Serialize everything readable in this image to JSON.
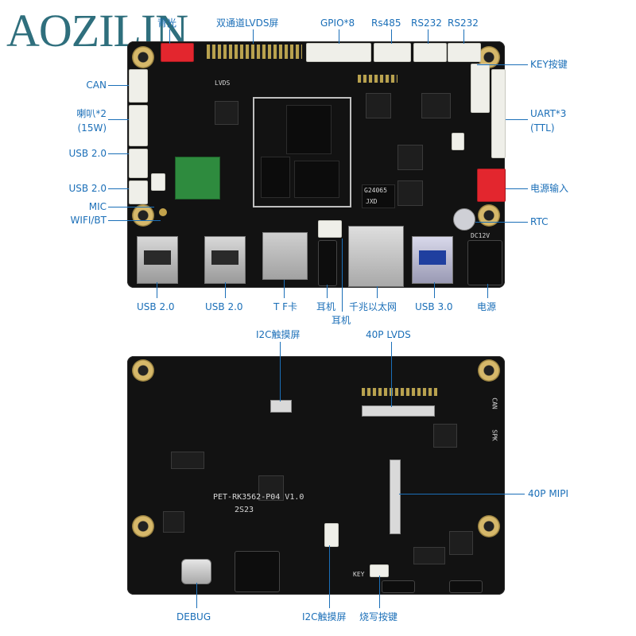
{
  "brand": "AOZILIN",
  "top_labels": {
    "backlight": "背光",
    "lvds_dual": "双通道LVDS屏",
    "gpio": "GPIO*8",
    "rs485": "Rs485",
    "rs232_a": "RS232",
    "rs232_b": "RS232",
    "key": "KEY按键",
    "can": "CAN",
    "speaker": "喇叭*2",
    "speaker_power": "(15W)",
    "usb20_a": "USB 2.0",
    "usb20_b": "USB 2.0",
    "mic": "MIC",
    "wifi_bt": "WIFI/BT",
    "uart": "UART*3",
    "uart_ttl": "(TTL)",
    "power_in": "电源输入",
    "rtc": "RTC",
    "usb20_c": "USB 2.0",
    "usb20_d": "USB 2.0",
    "tf_card": "T F卡",
    "earphone_a": "耳机",
    "earphone_b": "耳机",
    "gigabit_eth": "千兆以太网",
    "usb30": "USB 3.0",
    "power": "电源"
  },
  "bottom_labels": {
    "i2c_touch_top": "I2C触摸屏",
    "lvds_40p": "40P LVDS",
    "mipi_40p": "40P MIPI",
    "debug": "DEBUG",
    "i2c_touch_bottom": "I2C触摸屏",
    "burn_key": "烧写按键"
  },
  "silkscreen": {
    "board_model": "PET-RK3562-P04 V1.0",
    "date_code": "2S23",
    "dc12v": "DC12V",
    "lvds": "LVDS",
    "chip_code": "G24065",
    "chip_brand": "JXD",
    "key": "KEY",
    "can": "CAN",
    "spk": "SPK"
  },
  "colors": {
    "label": "#1b6fb8",
    "brand": "#2f6f7d",
    "pcb": "#121212"
  }
}
